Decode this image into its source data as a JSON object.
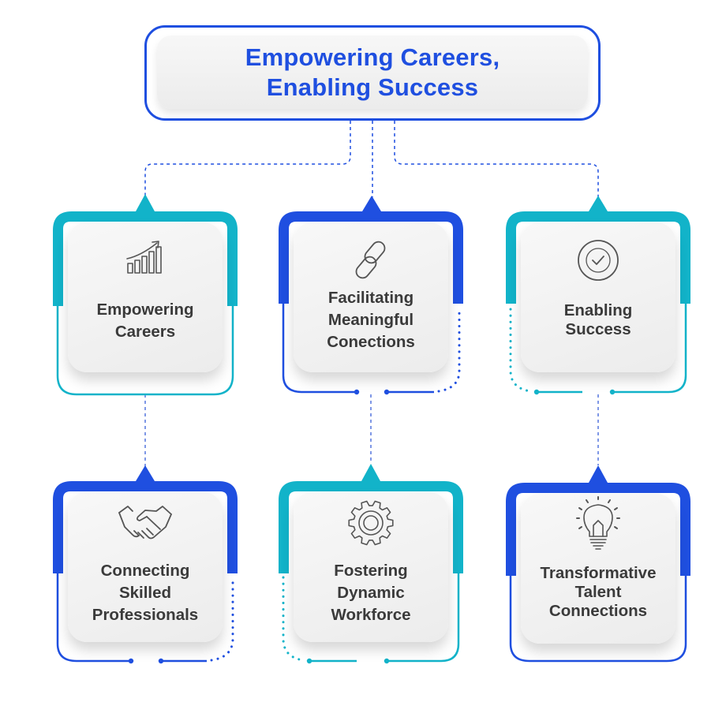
{
  "title": {
    "lines": [
      "Empowering Careers,",
      "Enabling Success"
    ]
  },
  "colors": {
    "blue": "#1f4fe0",
    "teal": "#12b3c9",
    "text": "#3a3a3a",
    "icon": "#555555"
  },
  "cards": [
    {
      "id": "empowering-careers",
      "lines": [
        "Empowering",
        "Careers"
      ],
      "icon": "growth-chart-icon",
      "accent": "teal"
    },
    {
      "id": "meaningful-connections",
      "lines": [
        "Facilitating",
        "Meaningful",
        "Conections"
      ],
      "icon": "chain-link-icon",
      "accent": "blue"
    },
    {
      "id": "enabling-success",
      "lines": [
        "Enabling",
        "Success"
      ],
      "icon": "checkmark-circle-icon",
      "accent": "teal"
    },
    {
      "id": "skilled-professionals",
      "lines": [
        "Connecting",
        "Skilled",
        "Professionals"
      ],
      "icon": "handshake-icon",
      "accent": "blue"
    },
    {
      "id": "dynamic-workforce",
      "lines": [
        "Fostering",
        "Dynamic",
        "Workforce"
      ],
      "icon": "gear-icon",
      "accent": "teal"
    },
    {
      "id": "talent-connections",
      "lines": [
        "Transformative",
        "Talent",
        "Connections"
      ],
      "icon": "lightbulb-icon",
      "accent": "blue"
    }
  ]
}
